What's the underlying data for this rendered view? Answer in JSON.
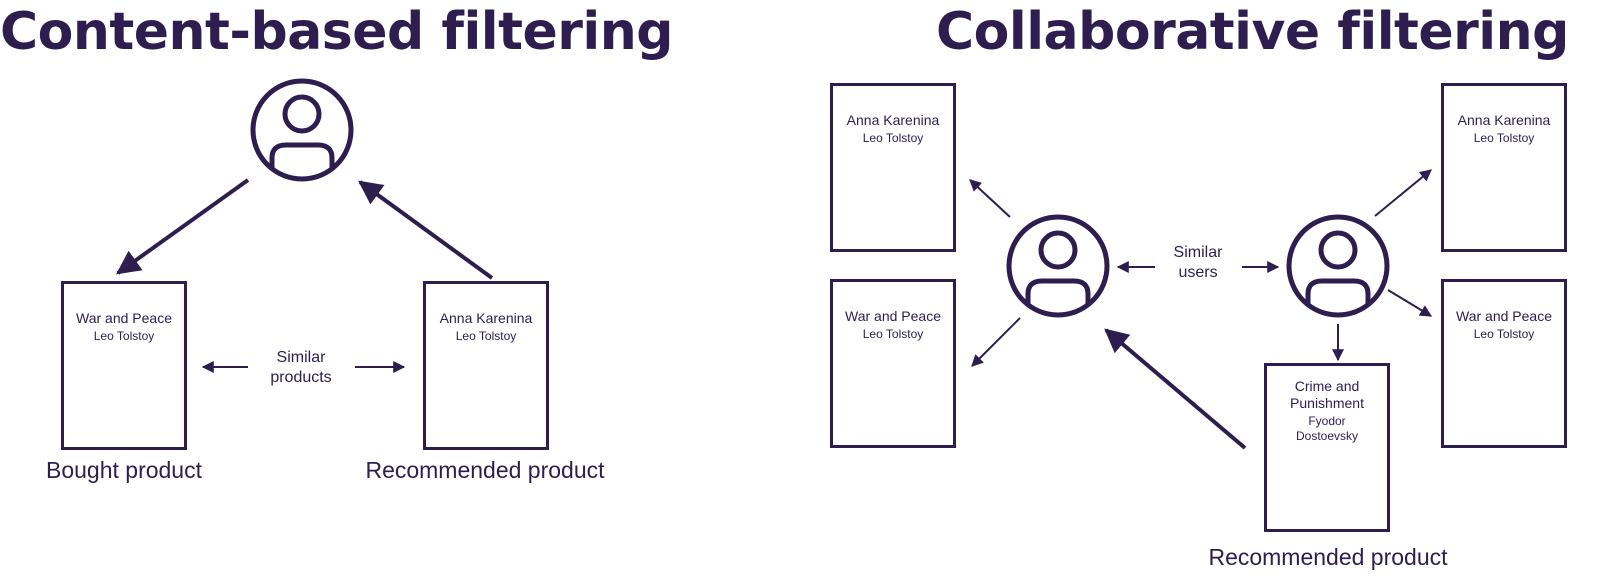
{
  "colors": {
    "ink": "#2d1e4f",
    "background": "#ffffff"
  },
  "content_based": {
    "title": "Content-based filtering",
    "user_icon": "user-icon",
    "bought_card": {
      "title": "War and Peace",
      "author": "Leo Tolstoy"
    },
    "recommended_card": {
      "title": "Anna Karenina",
      "author": "Leo Tolstoy"
    },
    "similar_label": "Similar\nproducts",
    "bought_label": "Bought product",
    "recommended_label": "Recommended product"
  },
  "collaborative": {
    "title": "Collaborative filtering",
    "user_icon": "user-icon",
    "left_cards": [
      {
        "title": "Anna Karenina",
        "author": "Leo Tolstoy"
      },
      {
        "title": "War and Peace",
        "author": "Leo Tolstoy"
      }
    ],
    "right_cards": [
      {
        "title": "Anna Karenina",
        "author": "Leo Tolstoy"
      },
      {
        "title": "War and Peace",
        "author": "Leo Tolstoy"
      }
    ],
    "recommended_card": {
      "title": "Crime and Punishment",
      "author": "Fyodor Dostoevsky"
    },
    "similar_label": "Similar\nusers",
    "recommended_label": "Recommended product"
  }
}
